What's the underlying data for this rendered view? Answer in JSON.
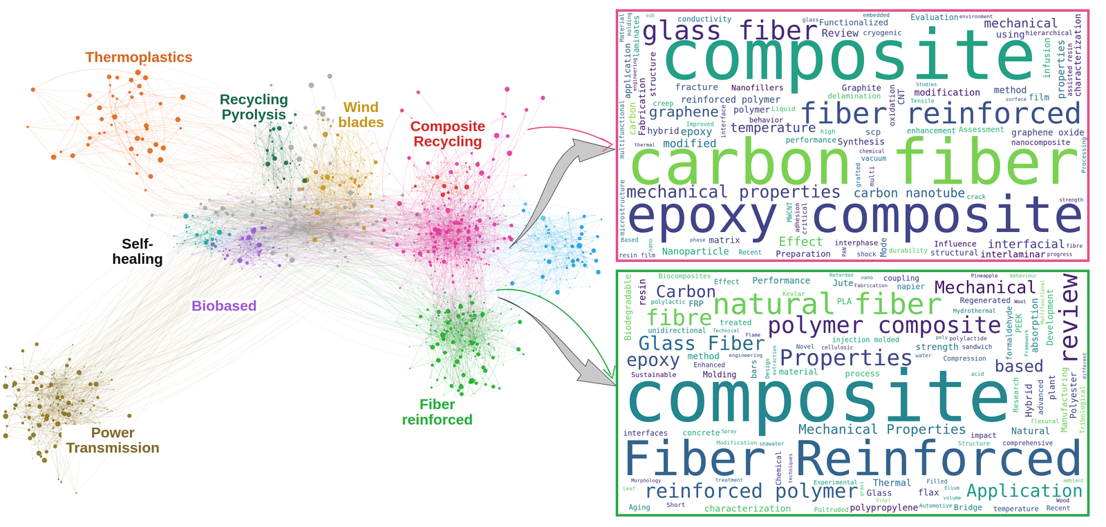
{
  "diagram": {
    "nodes": [
      {
        "text": [
          "composite",
          "glass fiber",
          "fiber reinforced",
          "carbon fiber",
          "epoxy composite",
          "mechanical properties",
          "carbon nanotube",
          "graphene",
          "epoxy",
          "modified",
          "temperature",
          "Review",
          "using",
          "mechanical",
          "properties",
          "graphene oxide",
          "Effect",
          "matrix",
          "interfacial",
          "carbon",
          "polymer",
          "Nanoparticle",
          "reinforced polymer",
          "modification",
          "method",
          "interlaminar",
          "fracture",
          "CNT",
          "hybrid",
          "Fabrication",
          "Synthesis",
          "characterization",
          "film",
          "infusion",
          "scp",
          "application",
          "structure",
          "Preparation",
          "Functionalized",
          "Graphite",
          "Mode",
          "structural",
          "Evaluation",
          "Nanofillers",
          "Influence",
          "laminates",
          "oxidation",
          "performance",
          "Assessment",
          "nanocomposite",
          "conductivity",
          "enhancement",
          "delamination",
          "microstructure",
          "interphase",
          "cryogenic",
          "multifunctional",
          "behavior",
          "vacuum",
          "assisted resin",
          "creep",
          "multi",
          "MWCNT",
          "critical",
          "Liquid",
          "hierarchical",
          "shock",
          "durability",
          "Recent",
          "crack",
          "high",
          "interface",
          "adhesion",
          "resin film",
          "Processing",
          "Material",
          "Based",
          "grafted",
          "Improved",
          "Tensile",
          "molding",
          "embedded",
          "fibre",
          "nano",
          "glass",
          "chemical",
          "progress",
          "PAN",
          "phase",
          "environment",
          "engineering",
          "Studies",
          "strength",
          "thermal",
          "surface",
          "sub"
        ]
      },
      {
        "text": [
          "composite",
          "Fiber Reinforced",
          "reinforced polymer",
          "Application",
          "review",
          "natural fiber",
          "Mechanical",
          "Carbon",
          "fibre",
          "polymer composite",
          "Properties",
          "epoxy",
          "Glass Fiber",
          "based",
          "Mechanical Properties",
          "Hybrid",
          "Polyester",
          "Natural",
          "Thermal",
          "absorption",
          "resin",
          "characterization",
          "strength",
          "method",
          "flax",
          "Performance",
          "polypropylene",
          "Jute",
          "Development",
          "Biodegradable",
          "Glass",
          "plant",
          "Manufacturing",
          "process",
          "FRP",
          "material",
          "PLA",
          "PEEK",
          "Molding",
          "Bridge",
          "bars",
          "concrete",
          "napier",
          "Regenerated",
          "treated",
          "formaldehyde",
          "coupling",
          "interfaces",
          "Research",
          "advanced",
          "impact",
          "Aging",
          "Chemical",
          "Effect",
          "injection molded",
          "unidirectional",
          "temperature",
          "Sustainable",
          "Biocomposites",
          "Tribological",
          "Recent",
          "Enhanced",
          "Compression",
          "comprehensive",
          "Pultruded",
          "sandwich",
          "Short",
          "Kevlar",
          "Experimental",
          "Novel",
          "flexural",
          "Hydrothermal",
          "Structure",
          "Filled",
          "polylactic",
          "polylactide",
          "Modification",
          "Design",
          "Automotive",
          "Wood",
          "water",
          "acid",
          "cellulosic",
          "seawater",
          "treatment",
          "engineering",
          "Fabrication",
          "Technical",
          "Pineapple",
          "Framework",
          "Flame",
          "Retarded",
          "Vinyl",
          "Leaf",
          "behaviour",
          "techniques",
          "grass",
          "Wool",
          "Morphology",
          "volume",
          "different",
          "Multifunctional",
          "ambient",
          "nano",
          "poly",
          "Elium",
          "extraction",
          "Spray"
        ]
      }
    ],
    "labels": [
      "Thermoplastics",
      "Recycling Pyrolysis",
      "Wind blades",
      "Composite Recycling",
      "Self-healing",
      "Biobased",
      "Fiber reinforced",
      "Power Transmission"
    ]
  }
}
